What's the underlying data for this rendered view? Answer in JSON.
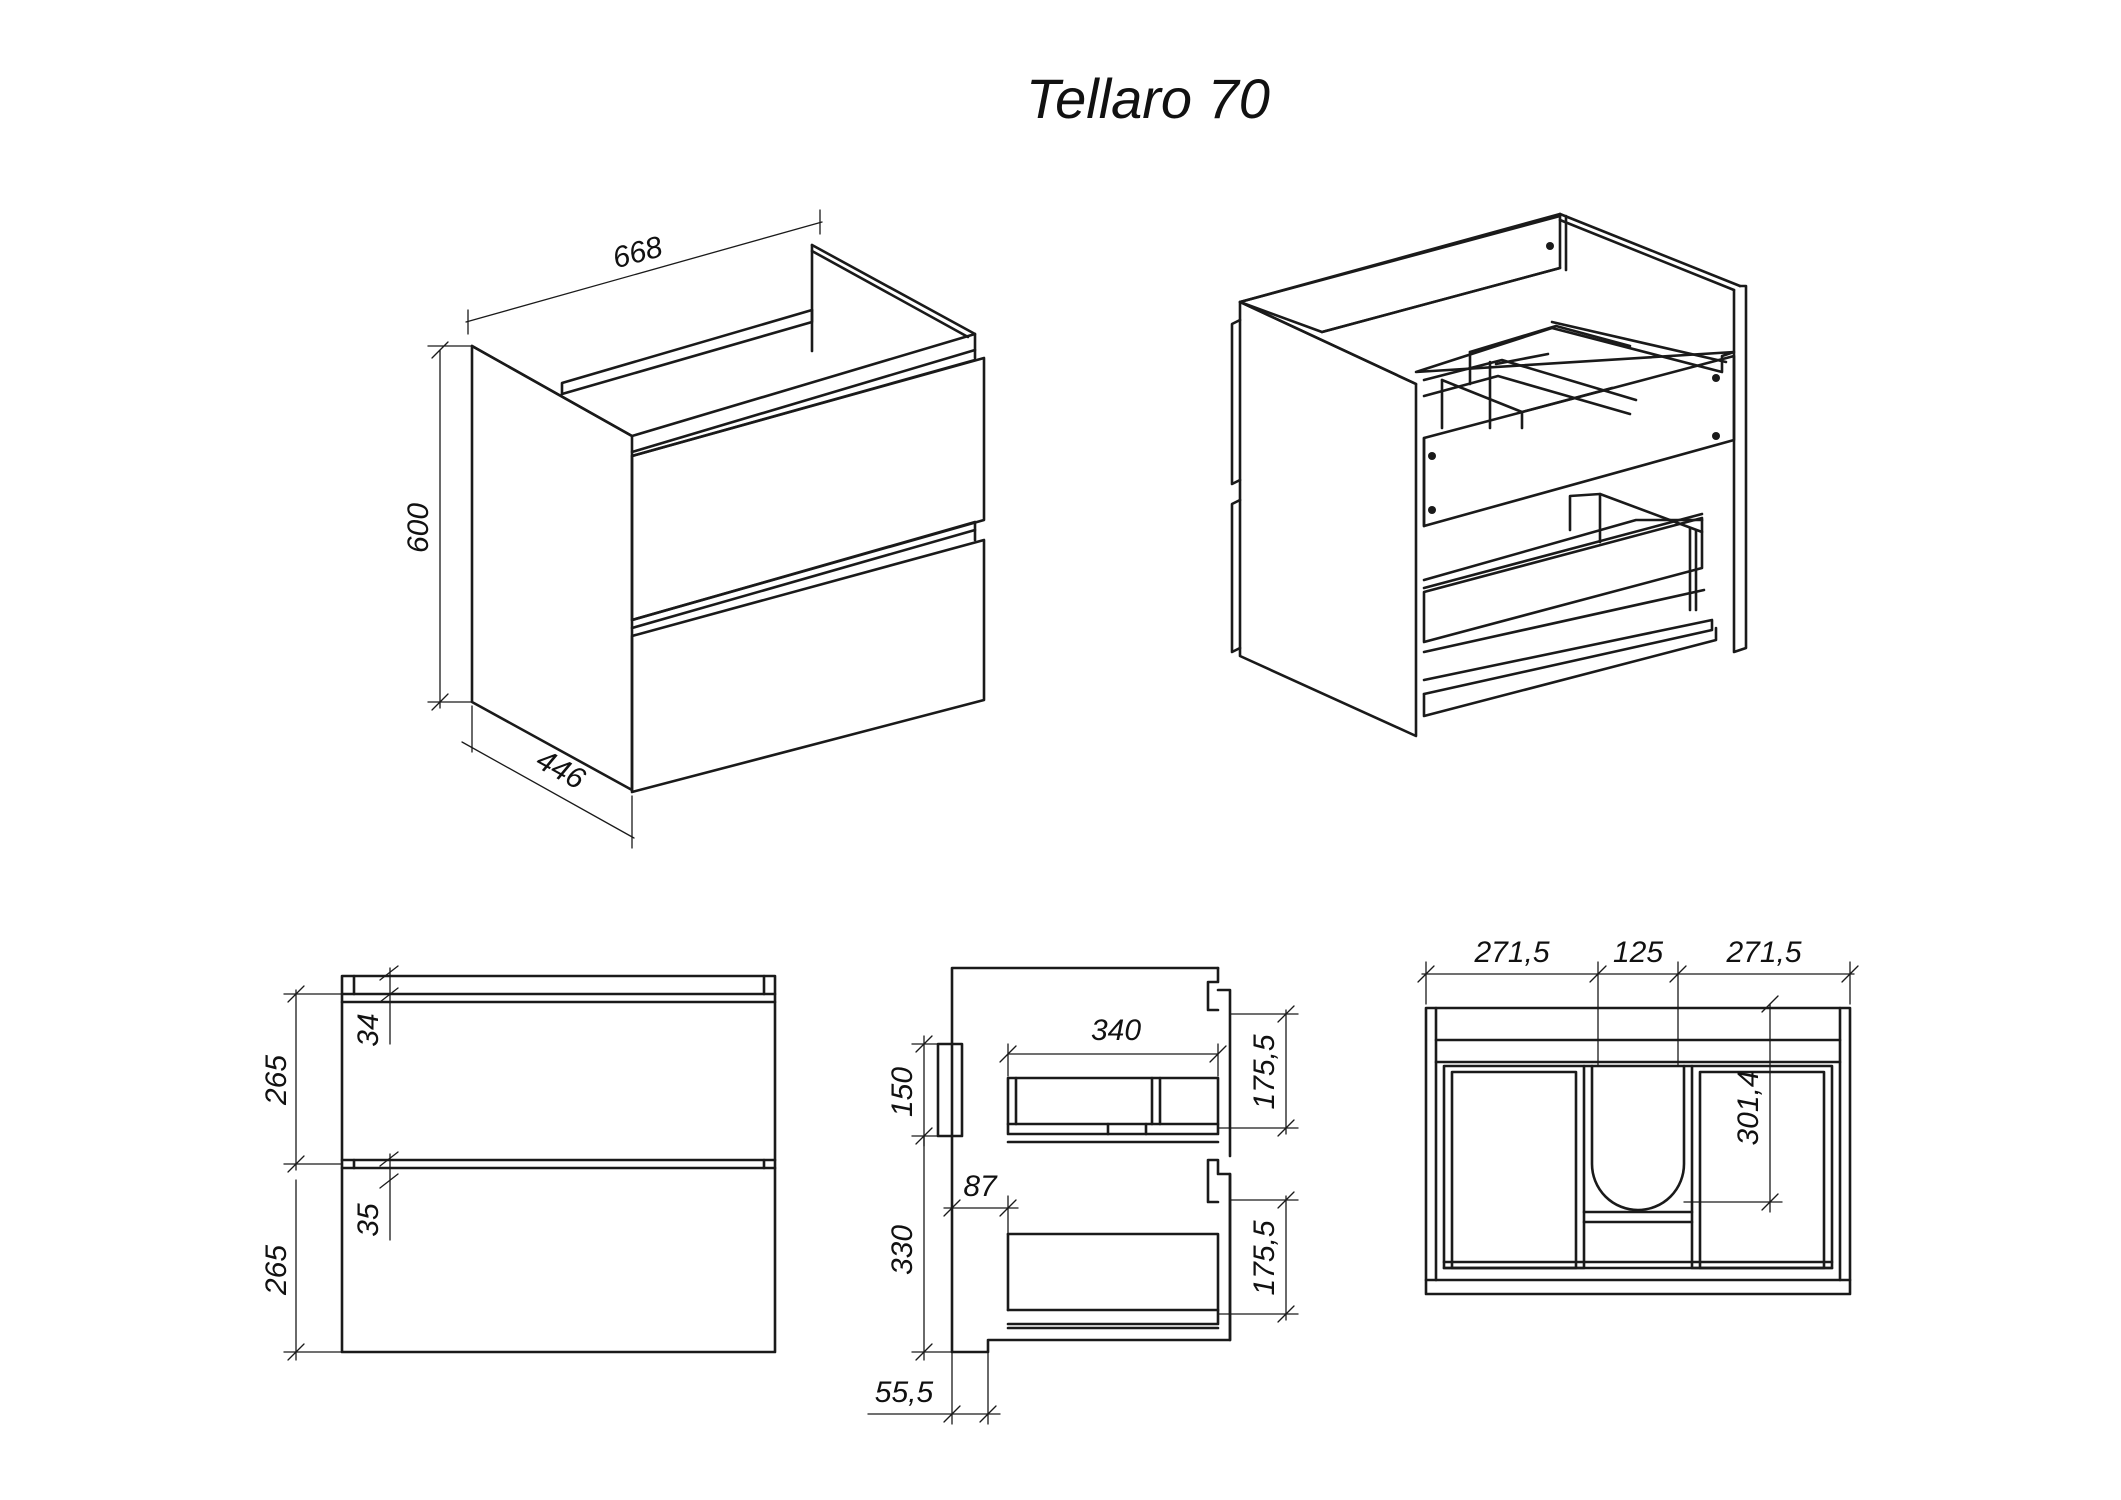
{
  "title": "Tellaro 70",
  "dimensions": {
    "iso_width": "668",
    "iso_height": "600",
    "iso_depth": "446",
    "front_drawer_top": "265",
    "front_drawer_bottom": "265",
    "front_gap_top": "34",
    "front_gap_bottom": "35",
    "side_top_height": "150",
    "side_lower_height": "330",
    "side_inset": "87",
    "side_offset": "55,5",
    "side_drawer_depth": "340",
    "side_drawer_top_height": "175,5",
    "side_drawer_bottom_height": "175,5",
    "top_left": "271,5",
    "top_center": "125",
    "top_right": "271,5",
    "top_cutout_depth": "301,4"
  }
}
